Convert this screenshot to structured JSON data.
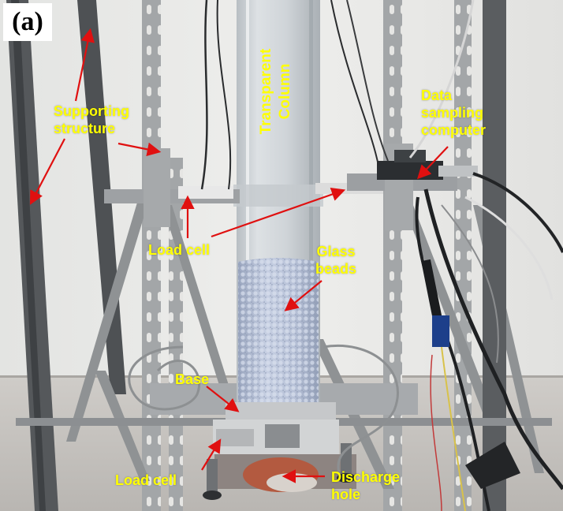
{
  "figure": {
    "panel_label": "(a)",
    "labels": {
      "supporting_structure": [
        "Supporting",
        "structure"
      ],
      "transparent_column": [
        "Transparent",
        "Column"
      ],
      "data_sampling_computer": [
        "Data",
        "sampling",
        "computer"
      ],
      "load_cell_upper": "Load cell",
      "glass_beads": [
        "Glass",
        "beads"
      ],
      "base": "Base",
      "load_cell_lower": "Load cell",
      "discharge_hole": [
        "Discharge",
        "hole"
      ]
    },
    "colors": {
      "annotation_text": "#ffff00",
      "arrow": "#e01010",
      "wall": "#e8e8e6",
      "floor": "#c9c6c2",
      "steel": "#9da0a2",
      "dark_post": "#4a4d50",
      "glass_beads": "#b9c3d8",
      "column": "#cfd4d8"
    }
  }
}
